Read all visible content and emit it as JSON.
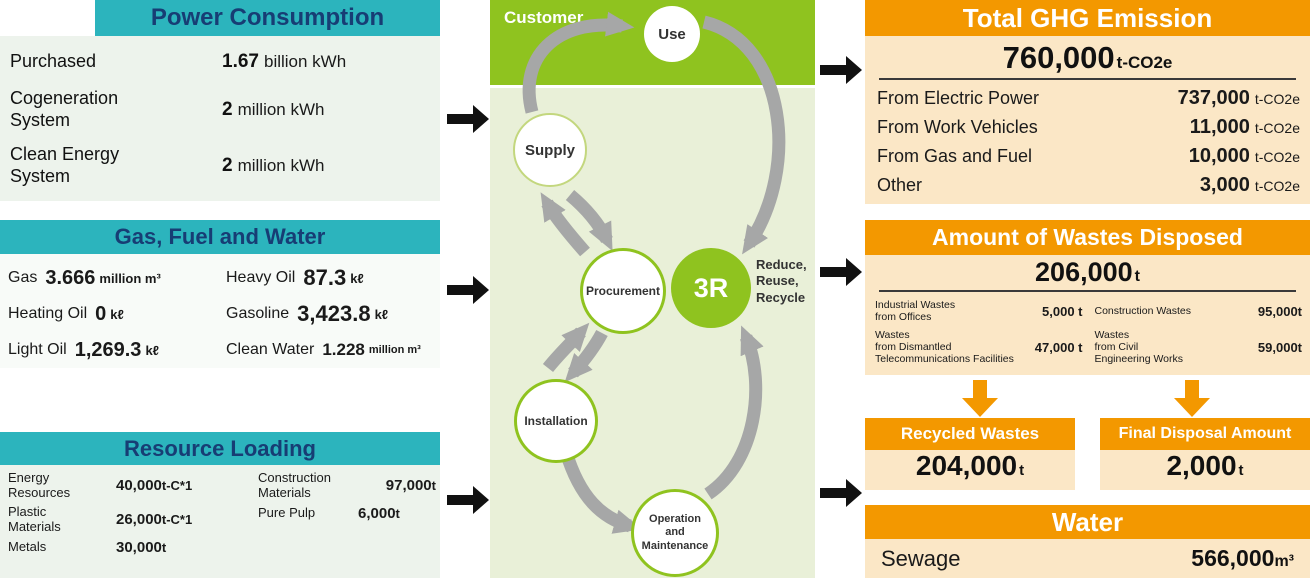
{
  "power": {
    "title": "Power Consumption",
    "rows": [
      {
        "label": "Purchased",
        "value": "1.67",
        "unit": "billion kWh"
      },
      {
        "label": "Cogeneration\nSystem",
        "value": "2",
        "unit": "million kWh"
      },
      {
        "label": "Clean Energy\nSystem",
        "value": "2",
        "unit": "million kWh"
      }
    ]
  },
  "gas_fuel_water": {
    "title": "Gas, Fuel and Water",
    "cells": [
      {
        "label": "Gas",
        "value": "3.666",
        "unit": "million m³"
      },
      {
        "label": "Heavy Oil",
        "value": "87.3",
        "unit": "kℓ"
      },
      {
        "label": "Heating Oil",
        "value": "0",
        "unit": "kℓ"
      },
      {
        "label": "Gasoline",
        "value": "3,423.8",
        "unit": "kℓ"
      },
      {
        "label": "Light Oil",
        "value": "1,269.3",
        "unit": "kℓ"
      },
      {
        "label": "Clean Water",
        "value": "1.228",
        "unit": "million m³"
      }
    ]
  },
  "resource": {
    "title": "Resource Loading",
    "col1": [
      {
        "label": "Energy\nResources",
        "value": "40,000",
        "unit": "t-C*1"
      },
      {
        "label": "Plastic\nMaterials",
        "value": "26,000",
        "unit": "t-C*1"
      },
      {
        "label": "Metals",
        "value": "30,000",
        "unit": "t"
      }
    ],
    "col2": [
      {
        "label": "Construction\nMaterials",
        "value": "97,000",
        "unit": "t"
      },
      {
        "label": "Pure Pulp",
        "value": "6,000",
        "unit": "t"
      }
    ]
  },
  "cycle": {
    "customer": "Customer",
    "use": "Use",
    "supply": "Supply",
    "procurement": "Procurement",
    "installation": "Installation",
    "operation": "Operation\nand\nMaintenance",
    "center": "3R",
    "center_caption": "Reduce,\nReuse,\nRecycle"
  },
  "ghg": {
    "title": "Total GHG Emission",
    "total_value": "760,000",
    "total_unit": "t-CO2e",
    "rows": [
      {
        "label": "From Electric Power",
        "value": "737,000",
        "unit": "t-CO2e"
      },
      {
        "label": "From Work Vehicles",
        "value": "11,000",
        "unit": "t-CO2e"
      },
      {
        "label": "From Gas and Fuel",
        "value": "10,000",
        "unit": "t-CO2e"
      },
      {
        "label": "Other",
        "value": "3,000",
        "unit": "t-CO2e"
      }
    ]
  },
  "wastes": {
    "title": "Amount of Wastes Disposed",
    "total_value": "206,000",
    "total_unit": "t",
    "cells": [
      {
        "label": "Industrial Wastes\nfrom Offices",
        "value": "5,000 t"
      },
      {
        "label": "Construction Wastes",
        "value": "95,000t"
      },
      {
        "label": "Wastes\nfrom Dismantled\nTelecommunications Facilities",
        "value": "47,000 t"
      },
      {
        "label": "Wastes\nfrom Civil\nEngineering Works",
        "value": "59,000t"
      }
    ]
  },
  "recycled": {
    "title": "Recycled Wastes",
    "value": "204,000",
    "unit": "t"
  },
  "final_disposal": {
    "title": "Final Disposal Amount",
    "value": "2,000",
    "unit": "t"
  },
  "water": {
    "title": "Water",
    "label": "Sewage",
    "value": "566,000",
    "unit": "m³"
  },
  "colors": {
    "teal": "#2cb4bd",
    "orange": "#f39800",
    "green": "#8fc31f",
    "light_green": "#e9f0d8",
    "cream": "#fbe7c6"
  }
}
